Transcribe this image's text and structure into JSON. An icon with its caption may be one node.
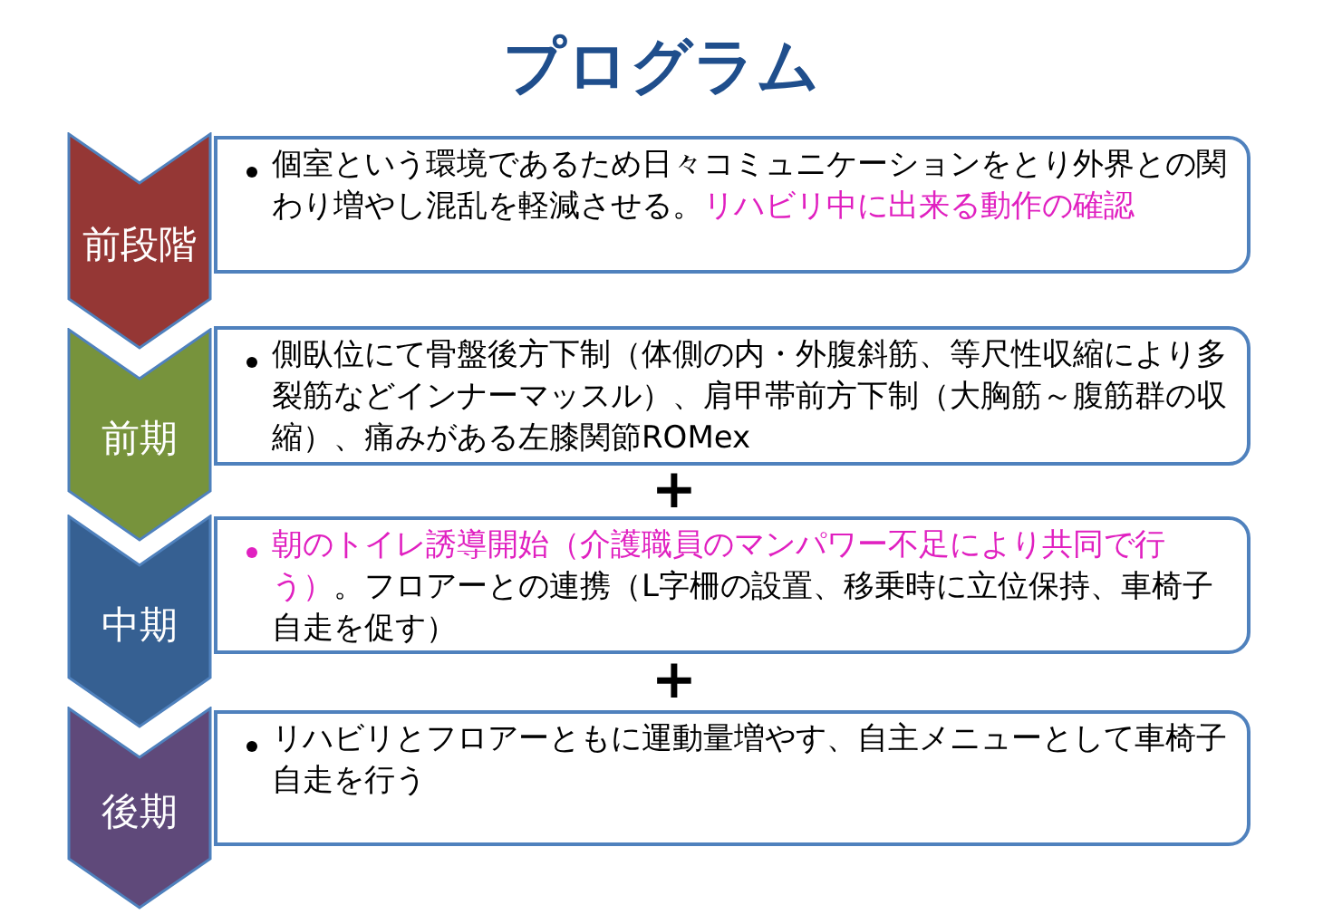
{
  "diagram": {
    "title": "プログラム",
    "nodes": [
      {
        "text": [
          "前段階"
        ]
      },
      {
        "text": [
          "個室という環境であるため日々コミュニケーションをとり外界との関わり増やし混乱を軽減させる。",
          "リハビリ中に出来る動作の確認"
        ]
      },
      {
        "text": [
          "前期"
        ]
      },
      {
        "text": [
          "側臥位にて骨盤後方下制（体側の内・外腹斜筋、等尺性収縮により多裂筋などインナーマッスル）、肩甲帯前方下制（大胸筋～腹筋群の収縮）、痛みがある左膝関節ROMex"
        ]
      },
      {
        "text": [
          "中期"
        ]
      },
      {
        "text": [
          "朝のトイレ誘導開始（介護職員のマンパワー不足により共同で行う）",
          "。フロアーとの連携（L字柵の設置、移乗時に立位保持、車椅子自走を促す）"
        ]
      },
      {
        "text": [
          "後期"
        ]
      },
      {
        "text": [
          "リハビリとフロアーともに運動量増やす、自主メニューとして車椅子自走を行う"
        ]
      }
    ],
    "labels": [
      "+",
      "+"
    ]
  }
}
